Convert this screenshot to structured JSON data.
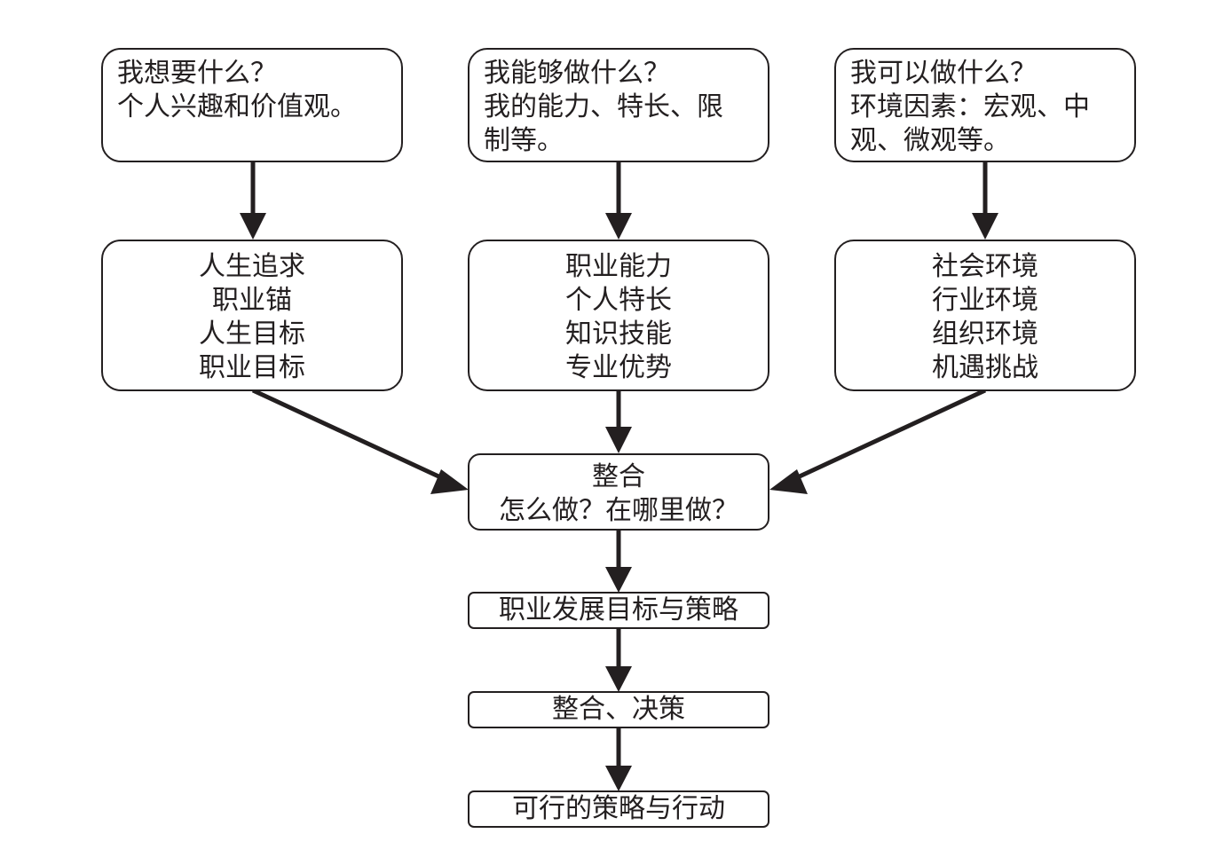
{
  "colors": {
    "stroke": "#231f20",
    "background": "#ffffff"
  },
  "questions": [
    {
      "lines": [
        "我想要什么？",
        "个人兴趣和价值观。"
      ]
    },
    {
      "lines": [
        "我能够做什么？",
        "我的能力、特长、限",
        "制等。"
      ]
    },
    {
      "lines": [
        "我可以做什么？",
        "环境因素：宏观、中",
        "观、微观等。"
      ]
    }
  ],
  "factors": [
    {
      "lines": [
        "人生追求",
        "职业锚",
        "人生目标",
        "职业目标"
      ]
    },
    {
      "lines": [
        "职业能力",
        "个人特长",
        "知识技能",
        "专业优势"
      ]
    },
    {
      "lines": [
        "社会环境",
        "行业环境",
        "组织环境",
        "机遇挑战"
      ]
    }
  ],
  "integration": {
    "title": "整合",
    "subtitle": "怎么做？在哪里做？"
  },
  "steps": [
    "职业发展目标与策略",
    "整合、决策",
    "可行的策略与行动"
  ]
}
